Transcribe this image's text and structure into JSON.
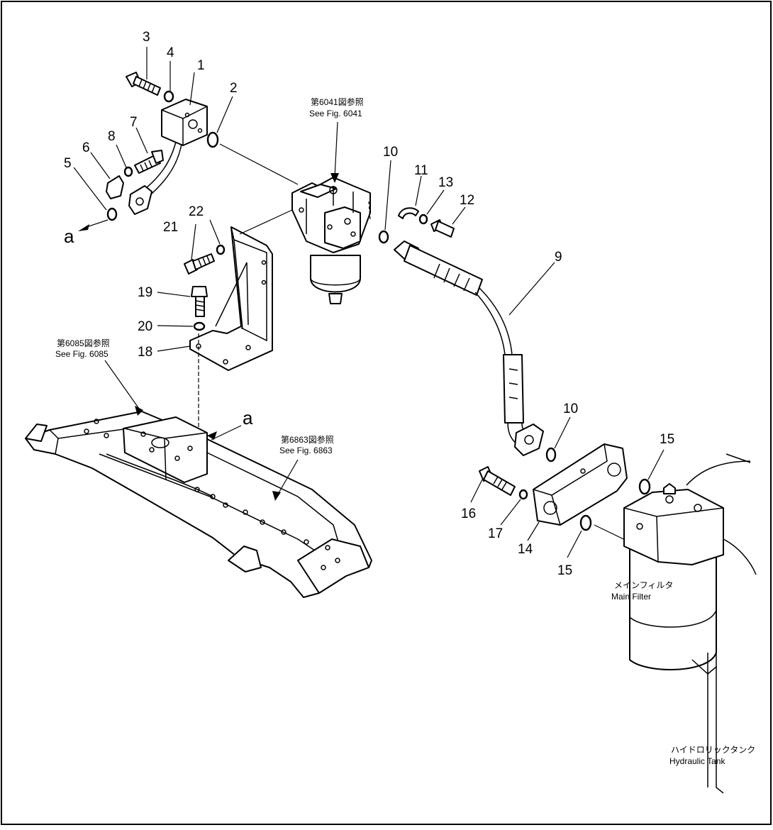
{
  "diagram": {
    "part_numbers": [
      "1",
      "2",
      "3",
      "4",
      "5",
      "6",
      "7",
      "8",
      "9",
      "10",
      "10",
      "11",
      "12",
      "13",
      "14",
      "15",
      "15",
      "16",
      "17",
      "18",
      "19",
      "20",
      "21",
      "22"
    ],
    "view_markers": [
      "a",
      "a"
    ],
    "references": {
      "fig6041_jp": "第6041図参照",
      "fig6041_en": "See  Fig. 6041",
      "fig6085_jp": "第6085図参照",
      "fig6085_en": "See  Fig. 6085",
      "fig6863_jp": "第6863図参照",
      "fig6863_en": "See  Fig. 6863"
    },
    "labels": {
      "main_filter_jp": "メインフィルタ",
      "main_filter_en": "Main  Filter",
      "hydraulic_tank_jp": "ハイドロリックタンク",
      "hydraulic_tank_en": "Hydraulic  Tank"
    }
  }
}
